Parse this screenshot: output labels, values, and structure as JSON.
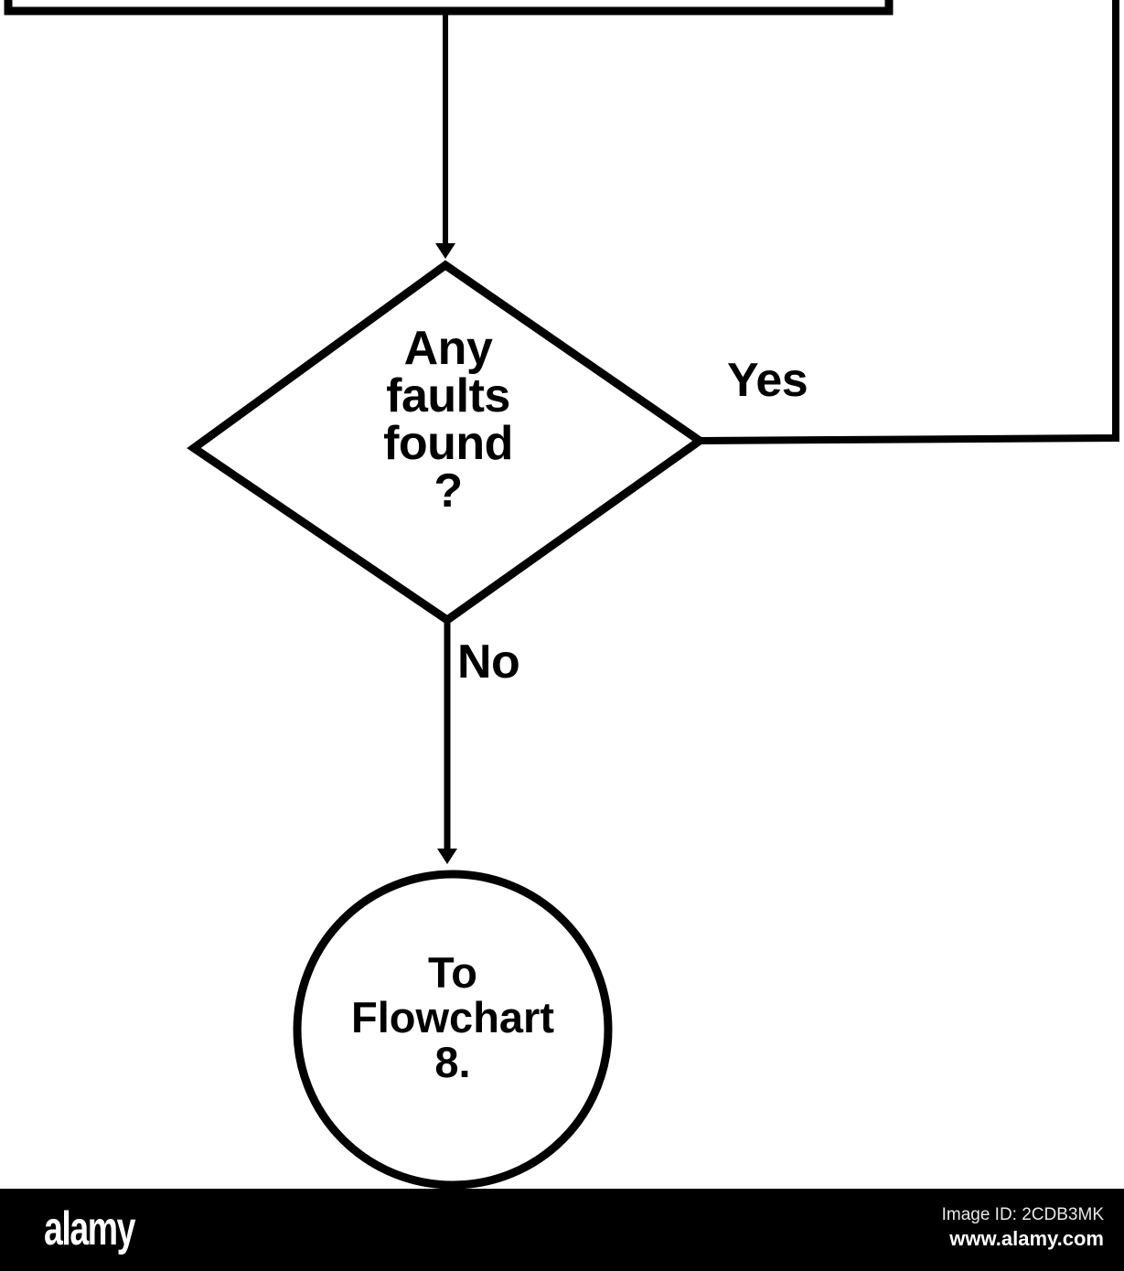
{
  "chart_data": {
    "type": "diagram",
    "diagram_kind": "flowchart",
    "title": "",
    "nodes": [
      {
        "id": "top-process",
        "shape": "rectangle",
        "label": "",
        "note": "partially cropped process box at very top of frame; only its bottom edge and left/right corner stubs are visible"
      },
      {
        "id": "decision-any-faults",
        "shape": "diamond",
        "label": "Any\nfaults\nfound\n?",
        "lines": [
          "Any",
          "faults",
          "found",
          "?"
        ]
      },
      {
        "id": "connector-to-flowchart-8",
        "shape": "circle",
        "label": "To\nFlowchart\n8.",
        "lines": [
          "To",
          "Flowchart",
          "8."
        ]
      }
    ],
    "edges": [
      {
        "from": "top-process",
        "to": "decision-any-faults",
        "label": "",
        "style": "arrow-down"
      },
      {
        "from": "decision-any-faults",
        "to": "offpage-right",
        "label": "Yes",
        "style": "right-then-up"
      },
      {
        "from": "decision-any-faults",
        "to": "connector-to-flowchart-8",
        "label": "No",
        "style": "arrow-down"
      }
    ],
    "edge_labels": [
      "Yes",
      "No"
    ],
    "colors": {
      "stroke": "#000000",
      "background": "#ffffff"
    }
  },
  "diagram": {
    "decision": {
      "line1": "Any",
      "line2": "faults",
      "line3": "found",
      "line4": "?",
      "full_text": "Any faults found ?"
    },
    "branches": {
      "yes": "Yes",
      "no": "No"
    },
    "connector": {
      "line1": "To",
      "line2": "Flowchart",
      "line3": "8.",
      "full_text": "To Flowchart 8."
    }
  },
  "watermark": {
    "brand": "alamy",
    "image_id": "Image ID: 2CDB3MK",
    "url": "www.alamy.com",
    "bar_color": "#000000",
    "text_color": "#ffffff"
  }
}
